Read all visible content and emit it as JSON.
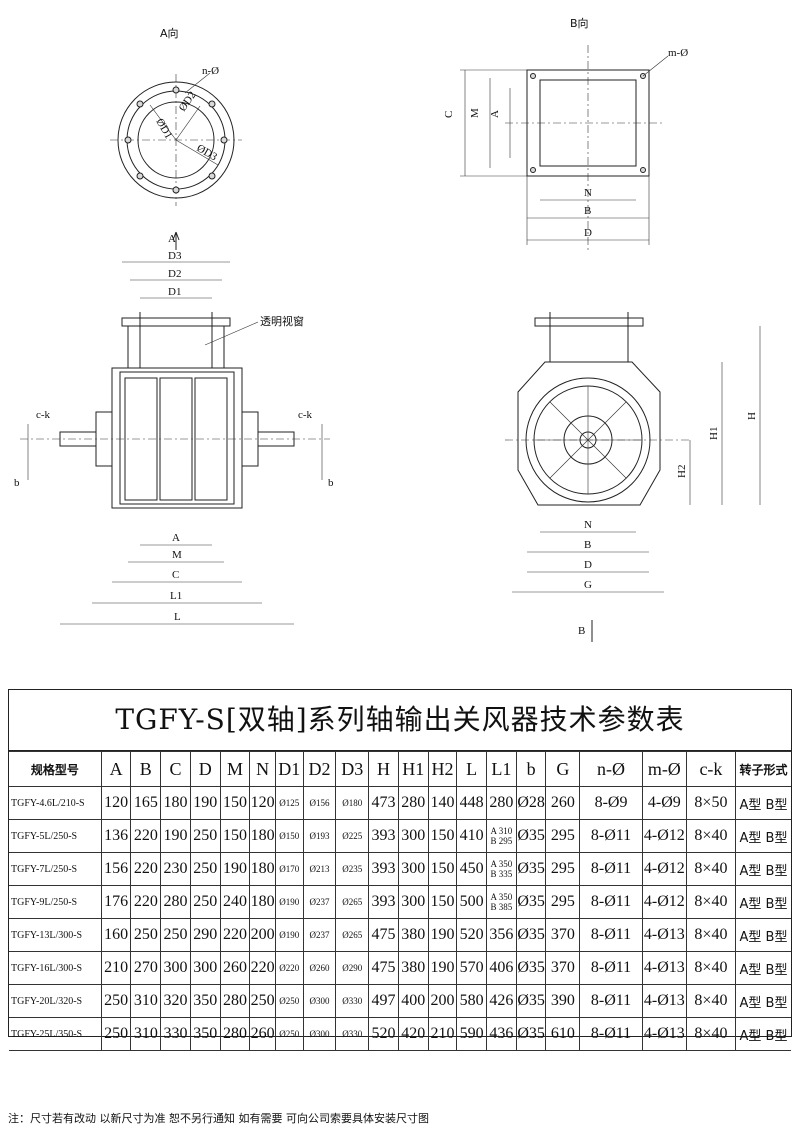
{
  "views": {
    "a_view": "A向",
    "b_view": "B向",
    "window": "透明视窗",
    "arrow_a": "A",
    "arrow_b": "B"
  },
  "dims": {
    "n_phi": "n-Ø",
    "m_phi": "m-Ø",
    "D1": "ØD1",
    "D2": "ØD2",
    "D3": "ØD3",
    "C": "C",
    "M": "M",
    "A": "A",
    "N": "N",
    "B": "B",
    "D": "D",
    "d3": "D3",
    "d2": "D2",
    "d1": "D1",
    "ck": "c-k",
    "b": "b",
    "L1": "L1",
    "L": "L",
    "H": "H",
    "H1": "H1",
    "H2": "H2",
    "G": "G"
  },
  "table": {
    "title": "TGFY-S[双轴]系列轴输出关风器技术参数表",
    "headers": [
      "规格型号",
      "A",
      "B",
      "C",
      "D",
      "M",
      "N",
      "D1",
      "D2",
      "D3",
      "H",
      "H1",
      "H2",
      "L",
      "L1",
      "b",
      "G",
      "n-Ø",
      "m-Ø",
      "c-k",
      "转子形式"
    ],
    "rows": [
      [
        "TGFY-4.6L/210-S",
        "120",
        "165",
        "180",
        "190",
        "150",
        "120",
        "Ø125",
        "Ø156",
        "Ø180",
        "473",
        "280",
        "140",
        "448",
        "280",
        "Ø28",
        "260",
        "8-Ø9",
        "4-Ø9",
        "8×50",
        "A型 B型"
      ],
      [
        "TGFY-5L/250-S",
        "136",
        "220",
        "190",
        "250",
        "150",
        "180",
        "Ø150",
        "Ø193",
        "Ø225",
        "393",
        "300",
        "150",
        "410",
        "A 310\nB 295",
        "Ø35",
        "295",
        "8-Ø11",
        "4-Ø12",
        "8×40",
        "A型 B型"
      ],
      [
        "TGFY-7L/250-S",
        "156",
        "220",
        "230",
        "250",
        "190",
        "180",
        "Ø170",
        "Ø213",
        "Ø235",
        "393",
        "300",
        "150",
        "450",
        "A 350\nB 335",
        "Ø35",
        "295",
        "8-Ø11",
        "4-Ø12",
        "8×40",
        "A型 B型"
      ],
      [
        "TGFY-9L/250-S",
        "176",
        "220",
        "280",
        "250",
        "240",
        "180",
        "Ø190",
        "Ø237",
        "Ø265",
        "393",
        "300",
        "150",
        "500",
        "A 350\nB 385",
        "Ø35",
        "295",
        "8-Ø11",
        "4-Ø12",
        "8×40",
        "A型 B型"
      ],
      [
        "TGFY-13L/300-S",
        "160",
        "250",
        "250",
        "290",
        "220",
        "200",
        "Ø190",
        "Ø237",
        "Ø265",
        "475",
        "380",
        "190",
        "520",
        "356",
        "Ø35",
        "370",
        "8-Ø11",
        "4-Ø13",
        "8×40",
        "A型 B型"
      ],
      [
        "TGFY-16L/300-S",
        "210",
        "270",
        "300",
        "300",
        "260",
        "220",
        "Ø220",
        "Ø260",
        "Ø290",
        "475",
        "380",
        "190",
        "570",
        "406",
        "Ø35",
        "370",
        "8-Ø11",
        "4-Ø13",
        "8×40",
        "A型 B型"
      ],
      [
        "TGFY-20L/320-S",
        "250",
        "310",
        "320",
        "350",
        "280",
        "250",
        "Ø250",
        "Ø300",
        "Ø330",
        "497",
        "400",
        "200",
        "580",
        "426",
        "Ø35",
        "390",
        "8-Ø11",
        "4-Ø13",
        "8×40",
        "A型 B型"
      ],
      [
        "TGFY-25L/350-S",
        "250",
        "310",
        "330",
        "350",
        "280",
        "260",
        "Ø250",
        "Ø300",
        "Ø330",
        "520",
        "420",
        "210",
        "590",
        "436",
        "Ø35",
        "610",
        "8-Ø11",
        "4-Ø13",
        "8×40",
        "A型 B型"
      ]
    ]
  },
  "footnote": "注：尺寸若有改动  以新尺寸为准  恕不另行通知  如有需要  可向公司索要具体安装尺寸图"
}
